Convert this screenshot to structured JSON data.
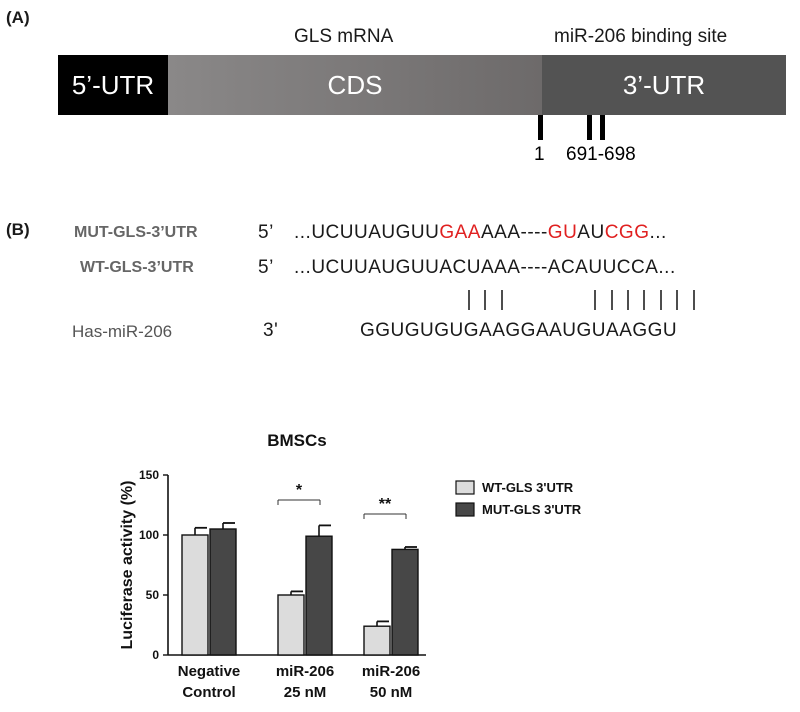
{
  "panels": {
    "a": "(A)",
    "b": "(B)"
  },
  "diagram": {
    "title": "GLS mRNA",
    "binding_site_title": "miR-206 binding site",
    "segments": [
      "5’-UTR",
      "CDS",
      "3’-UTR"
    ],
    "site_start": "1",
    "site_range": "691-698"
  },
  "sequences": {
    "mut": {
      "name": "MUT-GLS-3’UTR",
      "end": "5’",
      "parts": [
        "...UCUUAUGUU",
        "GAA",
        "AAA----",
        "GU",
        "AU",
        "CGG",
        "..."
      ]
    },
    "wt": {
      "name": "WT-GLS-3’UTR",
      "end": "5’",
      "seq": "...UCUUAUGUUACUAAA----ACAUUCCA..."
    },
    "pairing": "| | |              | | | | | | |",
    "mirna": {
      "name": "Has-miR-206",
      "end": "3'",
      "seq": "GGUGUGUGAAGGAAUGUAAGGU"
    }
  },
  "chart_data": {
    "type": "bar",
    "title": "BMSCs",
    "ylabel": "Luciferase activity (%)",
    "ylim": [
      0,
      150
    ],
    "yticks": [
      0,
      50,
      100,
      150
    ],
    "categories": [
      [
        "Negative",
        "Control"
      ],
      [
        "miR-206",
        "25 nM"
      ],
      [
        "miR-206",
        "50 nM"
      ]
    ],
    "series": [
      {
        "name": "WT-GLS 3'UTR",
        "color": "#dcdcdc",
        "values": [
          100,
          50,
          24
        ],
        "errors": [
          6,
          3,
          4
        ]
      },
      {
        "name": "MUT-GLS 3'UTR",
        "color": "#474747",
        "values": [
          105,
          99,
          88
        ],
        "errors": [
          5,
          9,
          2
        ]
      }
    ],
    "significance": [
      "",
      "*",
      "**"
    ],
    "legend_position": "right"
  }
}
